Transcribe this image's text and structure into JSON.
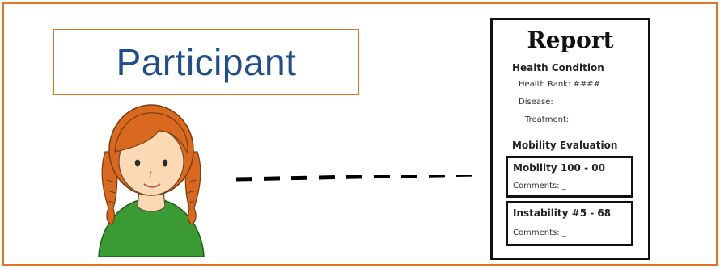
{
  "diagram": {
    "participant_label": "Participant",
    "report": {
      "title": "Report",
      "section1_heading": "Health Condition",
      "section1_lines": [
        "Health Rank: ####",
        "Disease:",
        "Treatment:"
      ],
      "section2_heading": "Mobility Evaluation",
      "box1": {
        "line1": "Mobility 100 - 00",
        "line2": "Comments: _"
      },
      "box2": {
        "line1": "Instability #5 - 68",
        "line2": "Comments: _"
      }
    }
  },
  "colors": {
    "frame": "#e07420",
    "label_text": "#1f4e8c",
    "hair": "#d9691e",
    "skin": "#fad9b4",
    "shirt": "#3a9a34",
    "connector": "#000000"
  }
}
